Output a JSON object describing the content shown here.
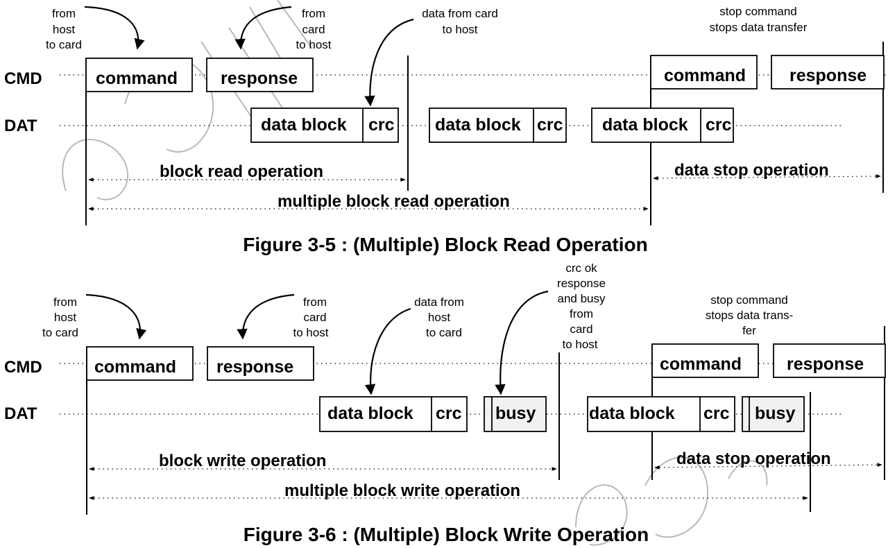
{
  "signals": {
    "cmd": "CMD",
    "dat": "DAT"
  },
  "read": {
    "cmd_boxes": [
      "command",
      "response",
      "command",
      "response"
    ],
    "data_block": "data block",
    "crc": "crc",
    "ann_host_to_card": [
      "from",
      "host",
      "to card"
    ],
    "ann_card_to_host": [
      "from",
      "card",
      "to host"
    ],
    "ann_data_card_to_host": [
      "data from card",
      "to host"
    ],
    "ann_stop": [
      "stop command",
      "stops data transfer"
    ],
    "op_block": "block read operation",
    "op_stop": "data stop operation",
    "op_multiple": "multiple block read operation",
    "caption": "Figure 3-5 : (Multiple) Block Read Operation"
  },
  "write": {
    "cmd_boxes": [
      "command",
      "response",
      "command",
      "response"
    ],
    "data_block": "data block",
    "crc": "crc",
    "busy": "busy",
    "ann_host_to_card": [
      "from",
      "host",
      "to card"
    ],
    "ann_card_to_host": [
      "from",
      "card",
      "to host"
    ],
    "ann_data_host_to_card": [
      "data from",
      "host",
      "to card"
    ],
    "ann_crc_busy": [
      "crc ok",
      "response",
      "and busy",
      "from",
      "card",
      "to host"
    ],
    "ann_stop": [
      "stop command",
      "stops data trans-",
      "fer"
    ],
    "op_block": "block write operation",
    "op_stop": "data stop operation",
    "op_multiple": "multiple block write operation",
    "caption": "Figure 3-6 : (Multiple) Block Write Operation"
  },
  "watermark": {
    "color": "#b8b8b8"
  }
}
